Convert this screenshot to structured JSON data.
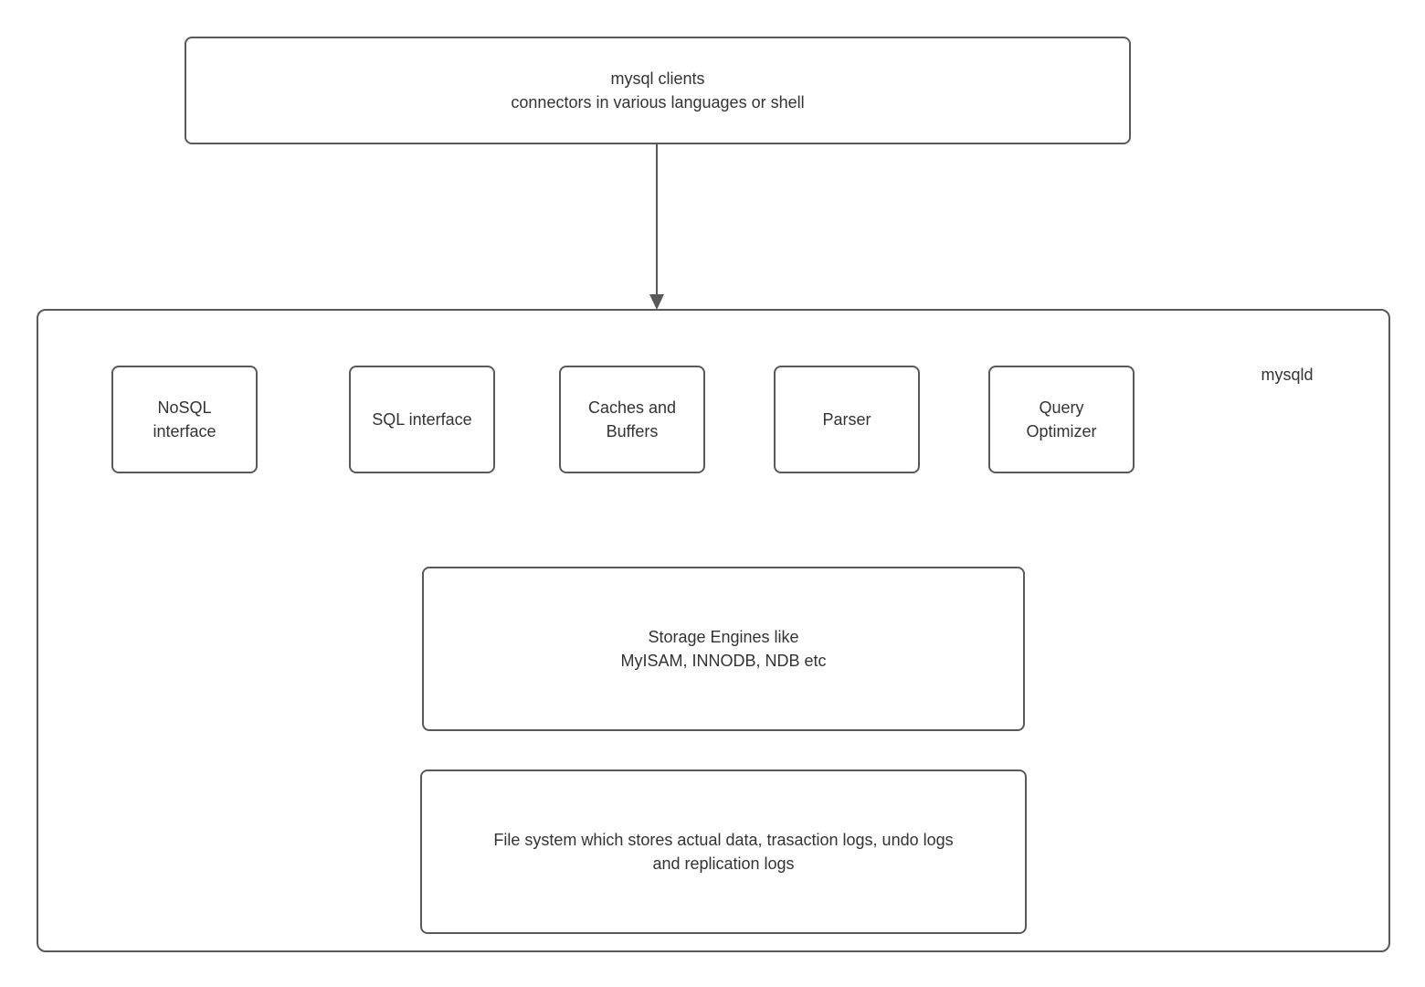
{
  "colors": {
    "border": "#595959",
    "text": "#333333",
    "background": "#ffffff"
  },
  "diagram": {
    "clients": {
      "label": "mysql clients\nconnectors in various languages or shell"
    },
    "connector": {
      "type": "arrow-down",
      "from": "clients",
      "to": "mysqld"
    },
    "server": {
      "label": "mysqld",
      "components": [
        {
          "id": "nosql-interface",
          "label": "NoSQL\ninterface"
        },
        {
          "id": "sql-interface",
          "label": "SQL interface"
        },
        {
          "id": "caches-and-buffers",
          "label": "Caches and\nBuffers"
        },
        {
          "id": "parser",
          "label": "Parser"
        },
        {
          "id": "query-optimizer",
          "label": "Query\nOptimizer"
        }
      ],
      "storage_engines": {
        "label": "Storage Engines like\nMyISAM, INNODB, NDB etc"
      },
      "file_system": {
        "label": "File system which stores actual data, trasaction logs, undo logs\nand replication logs"
      }
    }
  }
}
